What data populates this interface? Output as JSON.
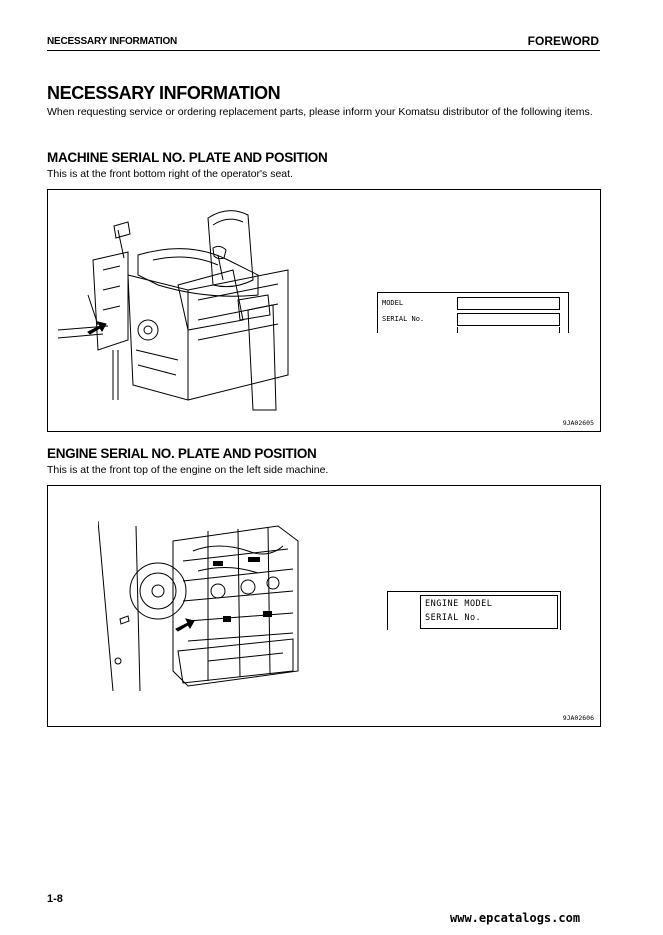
{
  "header": {
    "section": "NECESSARY INFORMATION",
    "chapter": "FOREWORD"
  },
  "title": "NECESSARY INFORMATION",
  "intro": "When requesting service or ordering replacement parts, please inform your Komatsu distributor of the following items.",
  "machine": {
    "heading": "MACHINE SERIAL NO. PLATE AND POSITION",
    "description": "This is at the front bottom right of the operator's seat.",
    "plate": {
      "model_label": "MODEL",
      "serial_label": "SERIAL No."
    },
    "figure_code": "9JA02605"
  },
  "engine": {
    "heading": "ENGINE SERIAL NO. PLATE AND POSITION",
    "description": "This is at the front top of the engine on the left side machine.",
    "plate": {
      "model_label": "ENGINE MODEL",
      "serial_label": "SERIAL No."
    },
    "figure_code": "9JA02606"
  },
  "page_number": "1-8",
  "watermark": "www.epcatalogs.com"
}
